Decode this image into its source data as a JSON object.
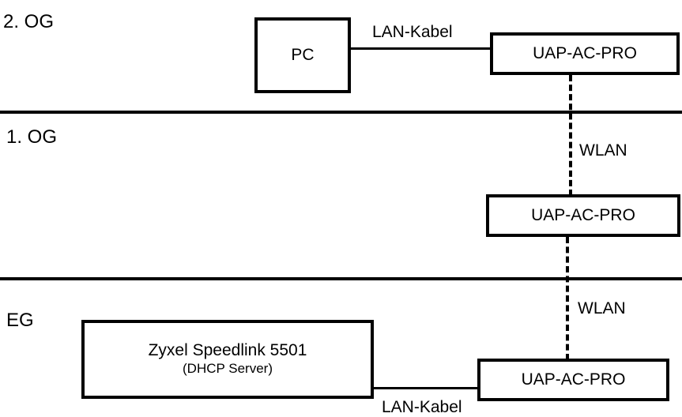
{
  "floors": {
    "og2": "2. OG",
    "og1": "1. OG",
    "eg": "EG"
  },
  "devices": {
    "pc": {
      "label": "PC"
    },
    "ap_og2": {
      "label": "UAP-AC-PRO"
    },
    "ap_og1": {
      "label": "UAP-AC-PRO"
    },
    "ap_eg": {
      "label": "UAP-AC-PRO"
    },
    "router": {
      "label": "Zyxel Speedlink 5501",
      "sublabel": "(DHCP Server)"
    }
  },
  "connections": {
    "pc_to_ap": "LAN-Kabel",
    "og2_to_og1": "WLAN",
    "og1_to_eg": "WLAN",
    "router_to_ap": "LAN-Kabel"
  },
  "colors": {
    "line": "#000000",
    "background": "#ffffff"
  }
}
